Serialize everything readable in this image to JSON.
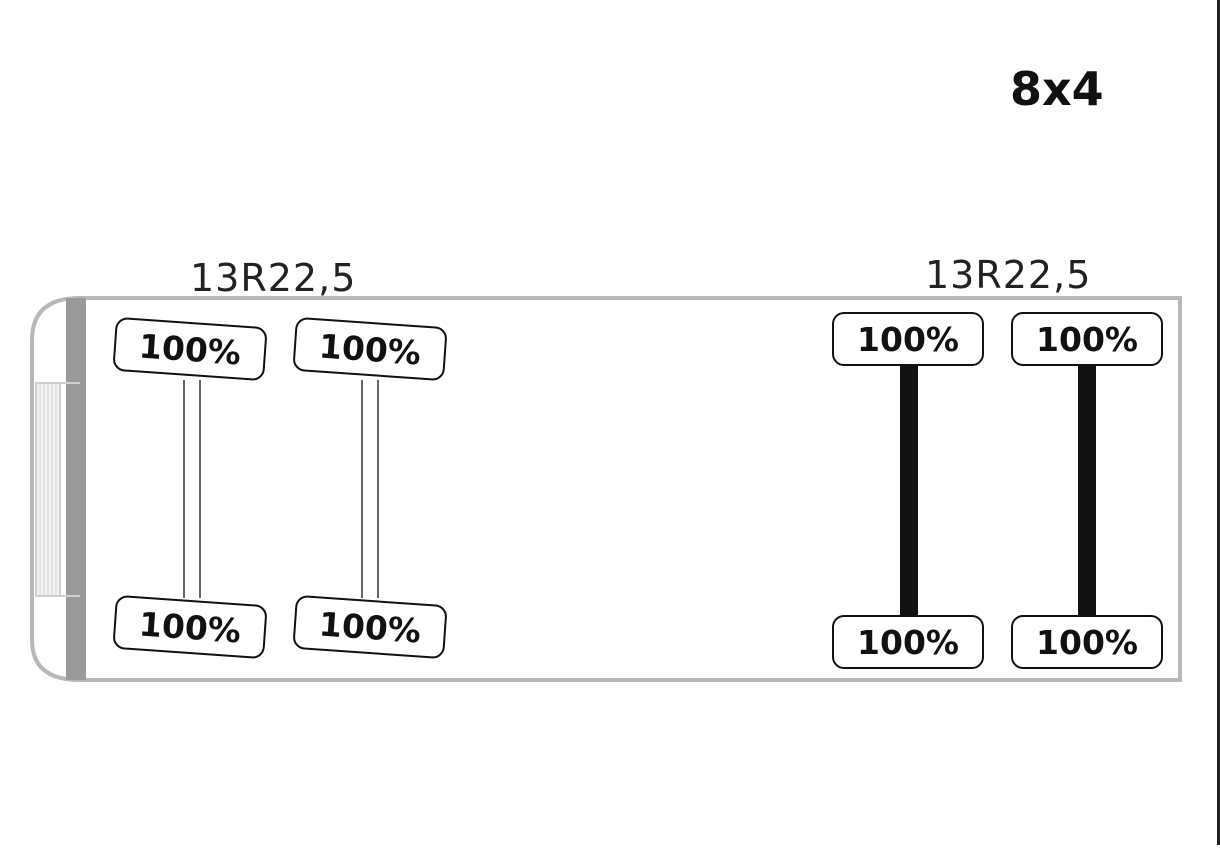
{
  "title": "8x4",
  "tire_sizes": {
    "front": "13R22,5",
    "rear": "13R22,5"
  },
  "wheels": {
    "front_axle_1_left": "100%",
    "front_axle_1_right": "100%",
    "front_axle_2_left": "100%",
    "front_axle_2_right": "100%",
    "rear_axle_1_left": "100%",
    "rear_axle_1_right": "100%",
    "rear_axle_2_left": "100%",
    "rear_axle_2_right": "100%"
  },
  "colors": {
    "outline": "#b5b5b5",
    "cab_bar": "#9a9a9a",
    "ink": "#111111"
  }
}
